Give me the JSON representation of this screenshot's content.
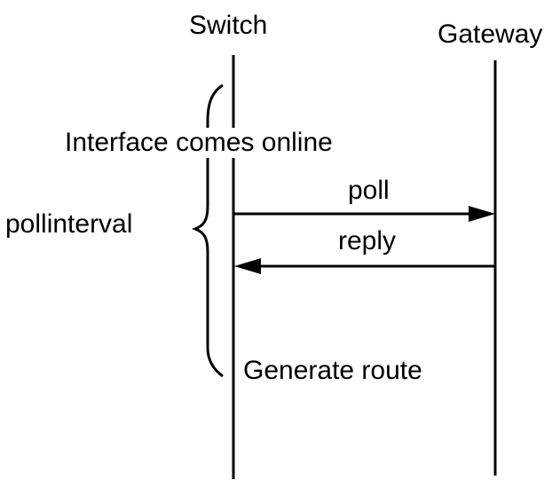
{
  "participants": {
    "switch": "Switch",
    "gateway": "Gateway"
  },
  "events": {
    "interface_online": "Interface comes online",
    "generate_route": "Generate route"
  },
  "messages": {
    "poll": "poll",
    "reply": "reply"
  },
  "interval_label": "pollinterval",
  "colors": {
    "line": "#000000",
    "background": "#ffffff"
  }
}
